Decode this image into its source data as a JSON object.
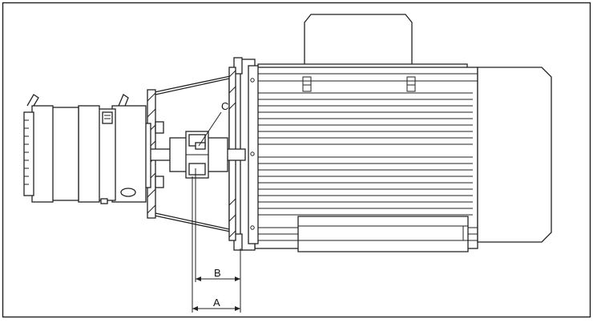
{
  "diagram": {
    "labels": {
      "coupling": "C",
      "dim_b": "B",
      "dim_a": "A"
    }
  }
}
